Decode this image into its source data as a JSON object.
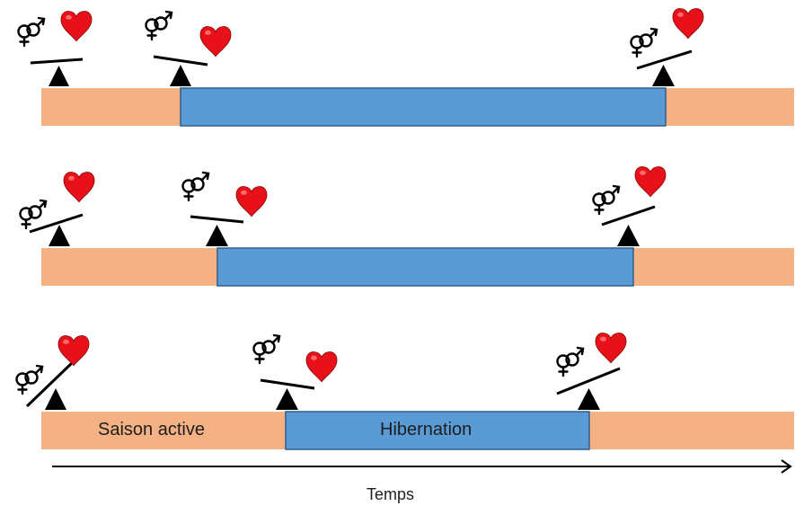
{
  "colors": {
    "active_season": "#f4b183",
    "hibernation": "#5b9bd5",
    "hibernation_border": "#2e5f8a",
    "heart": "#e8111a",
    "fulcrum": "#000000"
  },
  "icons": {
    "gender_symbol": "male-female-symbol-icon",
    "heart": "heart-icon",
    "balance": "seesaw-balance-icon"
  },
  "labels": {
    "active_season": "Saison active",
    "hibernation": "Hibernation",
    "time_axis": "Temps"
  }
}
